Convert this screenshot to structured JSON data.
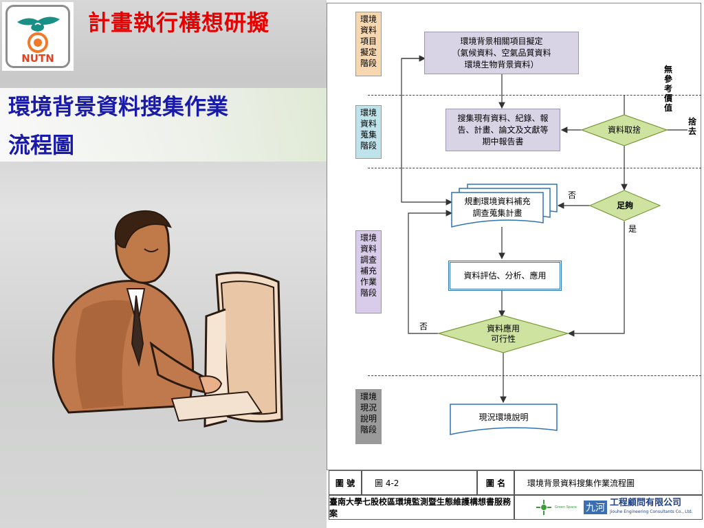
{
  "header": {
    "logo_text": "NUTN",
    "title": "計畫執行構想研擬",
    "subtitle_line1": "環境背景資料搜集作業",
    "subtitle_line2": "流程圖"
  },
  "stages": [
    {
      "label": "環境\n資料\n項目\n擬定\n階段",
      "color": "#f6d7b0"
    },
    {
      "label": "環境\n資料\n蒐集\n階段",
      "color": "#bfe3ea"
    },
    {
      "label": "環境\n資料\n調查\n補充\n作業\n階段",
      "color": "#d9ccea"
    },
    {
      "label": "環境\n現況\n說明\n階段",
      "color": "#9a9a9a"
    }
  ],
  "flow": {
    "box1": "環境背景相關項目擬定\n（氣候資料、空氣品質資料\n環境生物背景資料）",
    "box2": "搜集現有資料、紀錄、報\n告、計畫、論文及文獻等\n期中報告書",
    "decision1": "資料取捨",
    "decision2": "足夠",
    "box3": "規劃環境資料補充\n調查蒐集計畫",
    "box4": "資料評估、分析、應用",
    "decision3": "資料應用\n可行性",
    "box5": "現況環境說明",
    "label_no_value": "無\n參\n考\n價\n值",
    "label_discard": "捨\n去",
    "label_no1": "否",
    "label_yes": "是",
    "label_no2": "否"
  },
  "footer": {
    "fig_no_label": "圖 號",
    "fig_no_value": "圖 4-2",
    "fig_name_label": "圖 名",
    "fig_name_value": "環境背景資料搜集作業流程圖",
    "project_name": "臺南大學七股校區環境監測暨生態維護構想書服務案",
    "green_logo": "Green Space",
    "company_mark": "九河",
    "company_name": "工程顧問有限公司",
    "company_en": "Jiouhe Engineering Consultants Co., Ltd."
  },
  "colors": {
    "title": "#e60000",
    "subtitle": "#1a1aa8",
    "process_box": "#d8d4e6",
    "decision": "#cfe3a0",
    "doc_border": "#2e74b5"
  }
}
